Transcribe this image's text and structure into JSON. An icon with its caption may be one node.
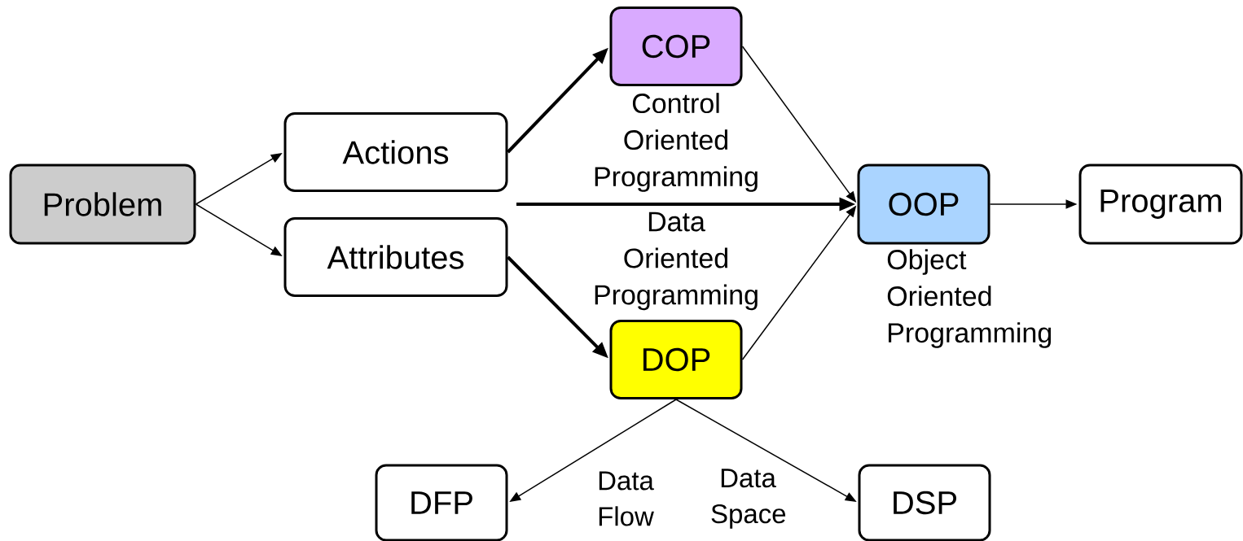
{
  "diagram": {
    "nodes": [
      {
        "text": [
          "Problem"
        ]
      },
      {
        "text": [
          "Actions"
        ]
      },
      {
        "text": [
          "Attributes"
        ]
      },
      {
        "text": [
          "COP"
        ],
        "beside": [
          "Control Oriented Programming"
        ]
      },
      {
        "text": [
          "OOP"
        ],
        "beside": [
          "Object Oriented Programming"
        ]
      },
      {
        "text": [
          "Program"
        ]
      },
      {
        "text": [
          "DOP"
        ],
        "beside": [
          "Data Oriented Programming"
        ]
      },
      {
        "text": [
          "DFP"
        ]
      },
      {
        "text": [
          "DSP"
        ]
      }
    ],
    "edges": [
      {
        "from": 0,
        "to": 1,
        "arrow": "to"
      },
      {
        "from": 0,
        "to": 2,
        "arrow": "to"
      },
      {
        "from": 1,
        "to": 3,
        "arrow": "to",
        "style": "thick"
      },
      {
        "from": 2,
        "to": 6,
        "arrow": "to",
        "style": "thick"
      },
      {
        "from": 3,
        "to": 4,
        "arrow": "to"
      },
      {
        "from": null,
        "to": 4,
        "arrow": "to",
        "style": "thick"
      },
      {
        "from": 6,
        "to": 4,
        "arrow": "to"
      },
      {
        "from": 4,
        "to": 5,
        "arrow": "to"
      },
      {
        "from": 6,
        "to": 7,
        "arrow": "to",
        "label": "Data Flow"
      },
      {
        "from": 6,
        "to": 8,
        "arrow": "to",
        "label": "Data Space"
      }
    ]
  }
}
